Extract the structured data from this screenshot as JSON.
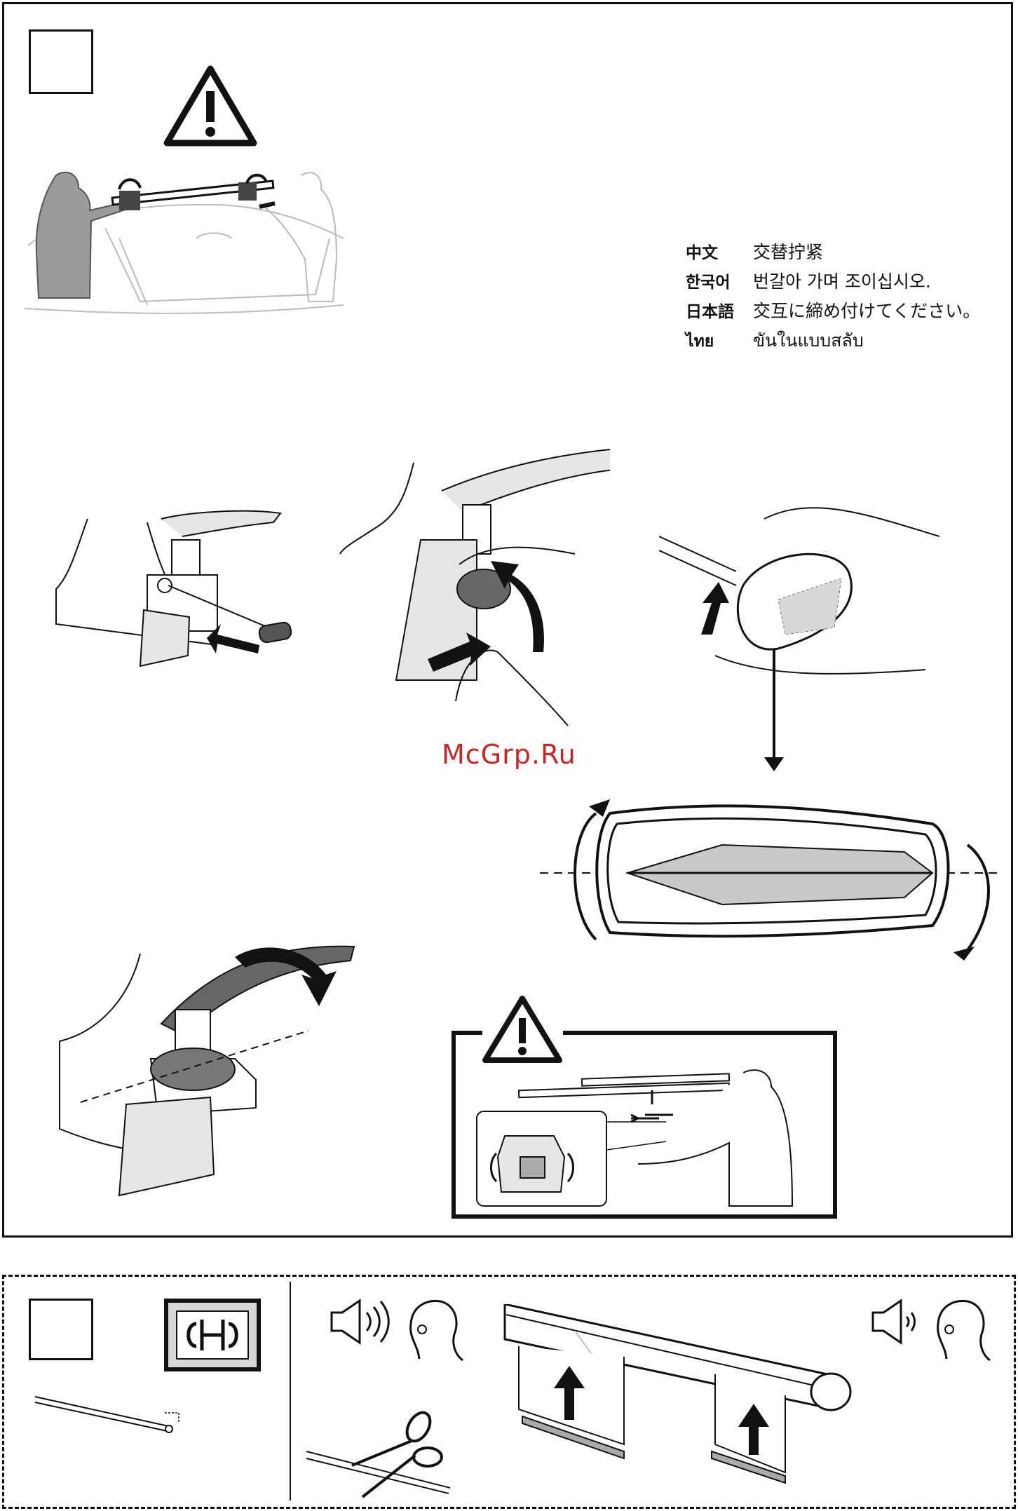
{
  "instructions": {
    "rows": [
      {
        "code": "中文",
        "text": "交替拧紧"
      },
      {
        "code": "한국어",
        "text": "번갈아 가며 조이십시오."
      },
      {
        "code": "日本語",
        "text": "交互に締め付けてください。"
      },
      {
        "code": "ไทย",
        "text": "ขันในแบบสลับ"
      }
    ]
  },
  "watermark": "McGrp.Ru",
  "icons": {
    "warning_top": "warning-triangle-icon",
    "warning_inset": "warning-triangle-icon",
    "sound_loud": "speaker-loud-icon",
    "sound_quiet": "speaker-quiet-icon",
    "tool_badge": "end-cap-tool-icon",
    "scissors": "scissors-icon"
  },
  "colors": {
    "line": "#111111",
    "watermark": "#c62828",
    "fill_gray": "#d8d8d8",
    "light_line": "#bbbbbb"
  }
}
